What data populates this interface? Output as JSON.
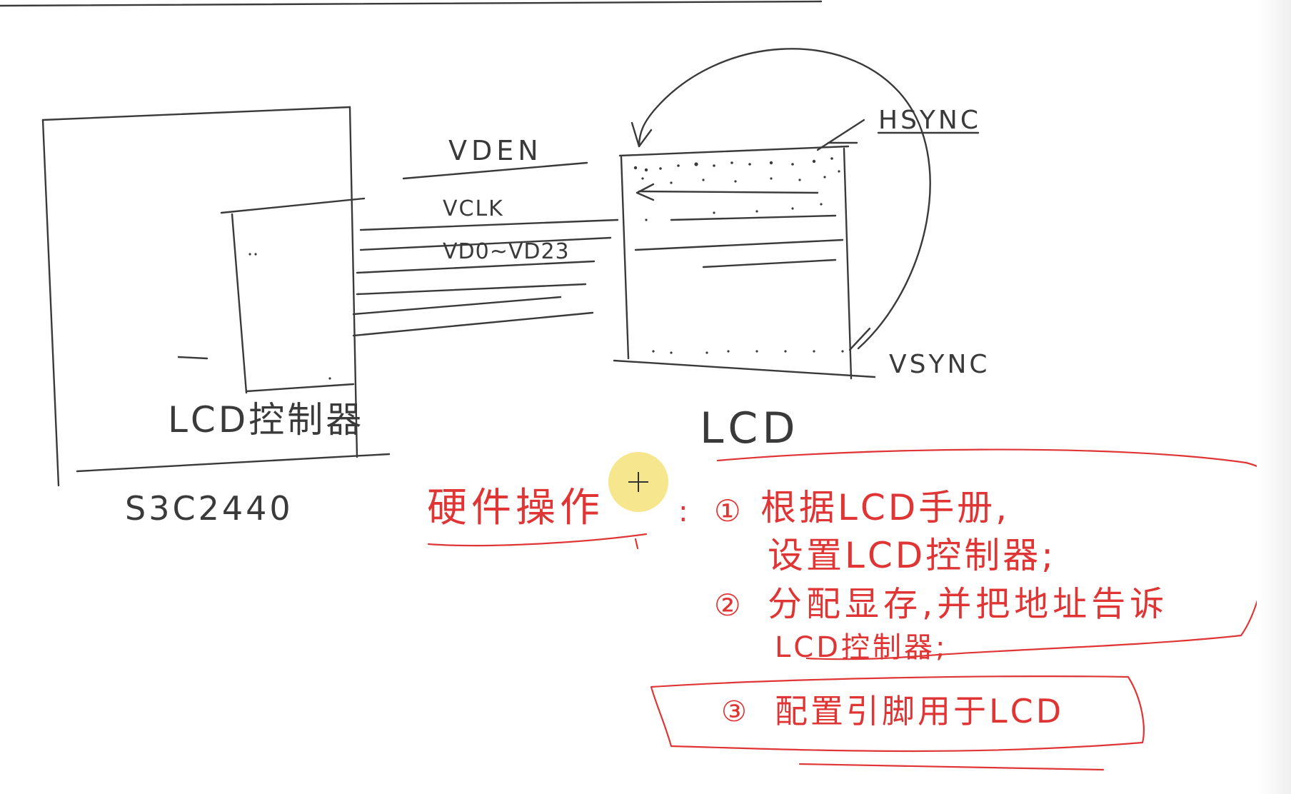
{
  "soc": {
    "chip_label": "S3C2440",
    "controller_label": "LCD控制器"
  },
  "signals": {
    "vden": "VDEN",
    "vclk": "VCLK",
    "vd": "VD0~VD23"
  },
  "lcd": {
    "label": "LCD",
    "hsync": "HSYNC",
    "vsync": "VSYNC"
  },
  "notes": {
    "heading": "硬件操作",
    "colon": ":",
    "step1_num": "①",
    "step1_line1": "根据LCD手册,",
    "step1_line2": "设置LCD控制器;",
    "step2_num": "②",
    "step2_line1": "分配显存,并把地址告诉",
    "step2_line2": "LCD控制器;",
    "step3_num": "③",
    "step3_line1": "配置引脚用于LCD"
  },
  "colors": {
    "ink": "#3a3a3a",
    "red_ink": "#e03535",
    "cursor_highlight": "#f5e27a"
  }
}
